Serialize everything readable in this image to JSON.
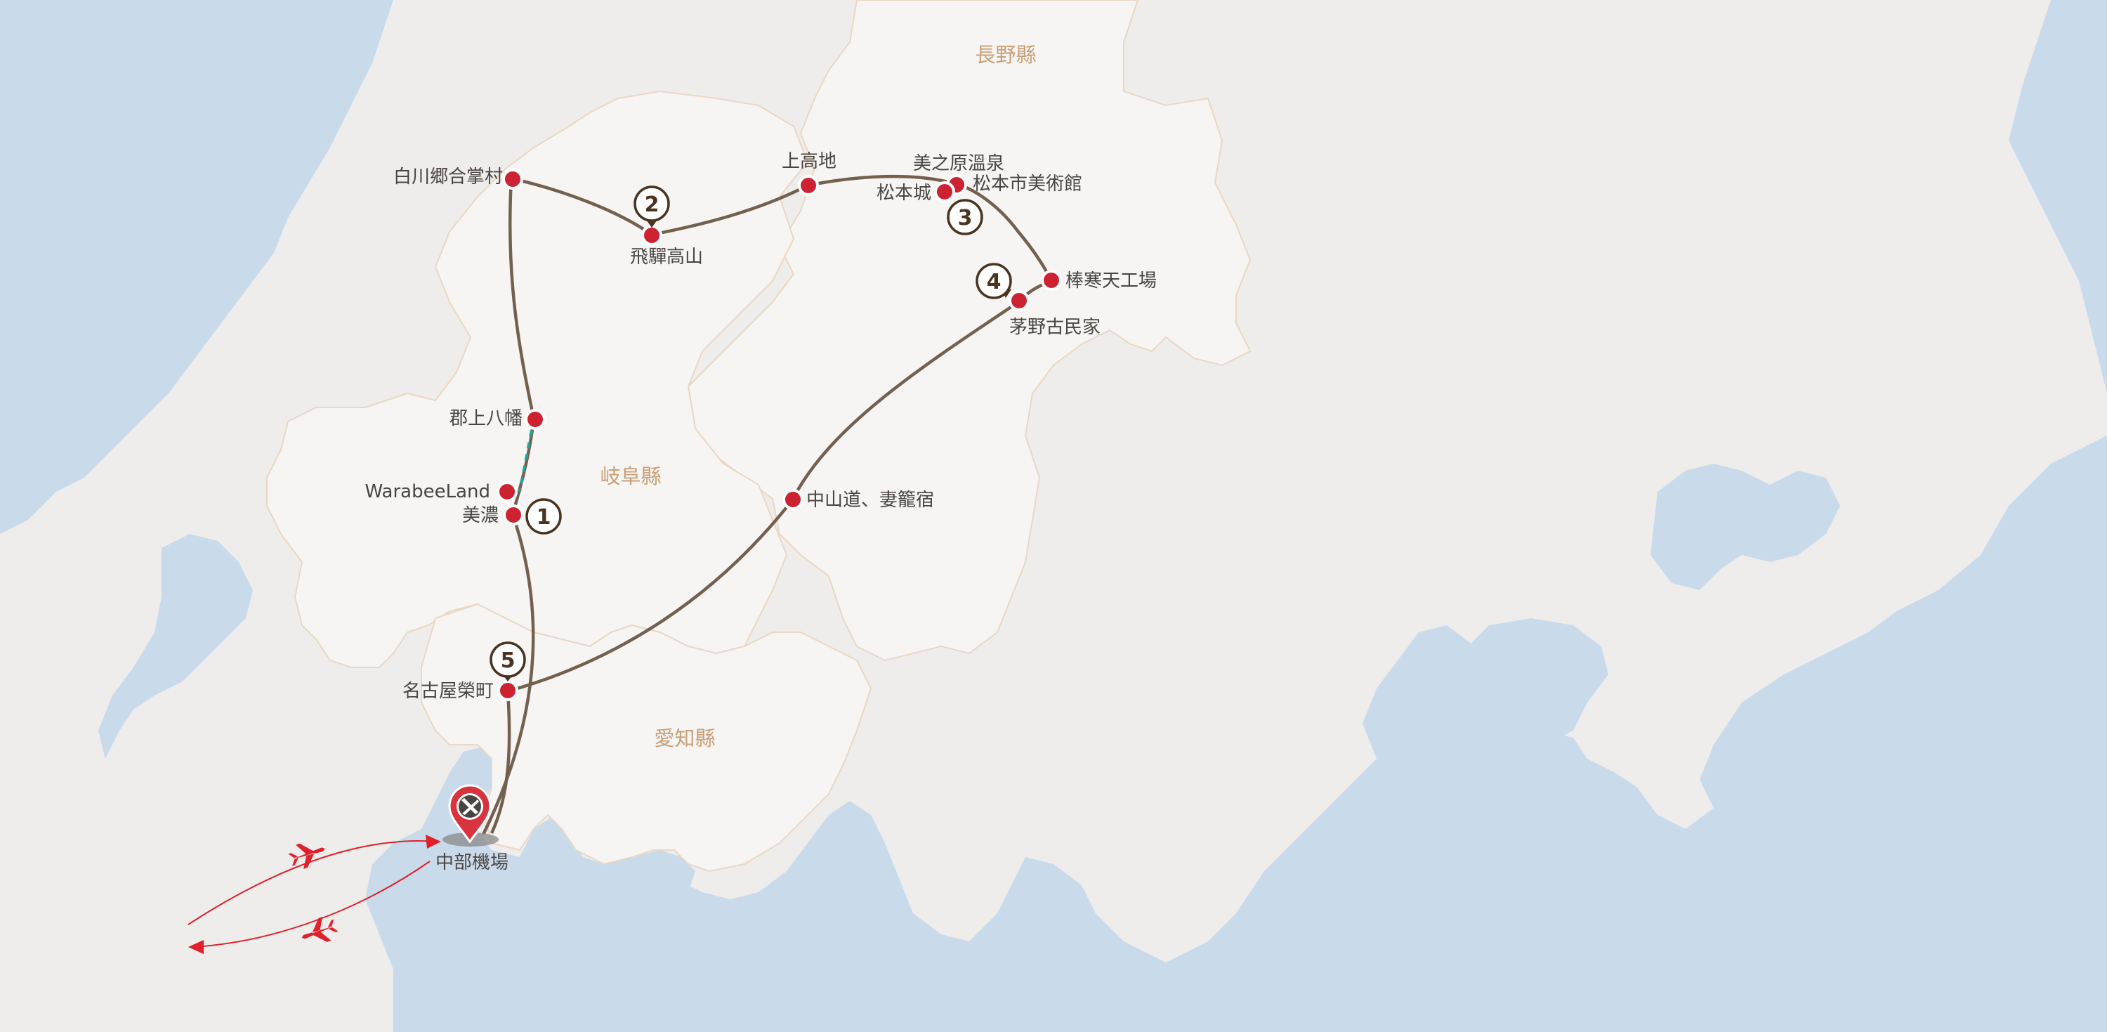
{
  "regions": {
    "nagano": "長野縣",
    "gifu": "岐阜縣",
    "aichi": "愛知縣"
  },
  "places": {
    "shirakawago": "白川郷合掌村",
    "takayama": "飛驒高山",
    "kamikochi": "上高地",
    "utsukushigahara": "美之原溫泉",
    "matsumoto_castle": "松本城",
    "matsumoto_museum": "松本市美術館",
    "kanten_factory": "棒寒天工場",
    "chino_house": "茅野古民家",
    "gujo_hachiman": "郡上八幡",
    "warabeeland": "WarabeeLand",
    "mino": "美濃",
    "nakasendo": "中山道、妻籠宿",
    "nagoya_sakae": "名古屋榮町",
    "chubu_airport": "中部機場"
  },
  "days": [
    "1",
    "2",
    "3",
    "4",
    "5"
  ],
  "colors": {
    "sea": "#c9dbeb",
    "land": "#eeedeb",
    "highlight_land": "#f6f5f3",
    "route": "#74604f",
    "stop": "#cc2232",
    "flight": "#e0202a",
    "dashed": "#1ba79c",
    "region_label": "#c9a077"
  },
  "icons": [
    "airport-pin-icon",
    "airplane-icon"
  ]
}
